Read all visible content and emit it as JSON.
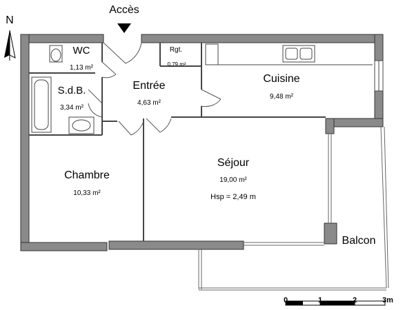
{
  "access": {
    "label": "Accès"
  },
  "compass": {
    "label": "N"
  },
  "rooms": {
    "wc": {
      "name": "WC",
      "area": "1,13 m²"
    },
    "sdb": {
      "name": "S.d.B.",
      "area": "3,34 m²"
    },
    "entree": {
      "name": "Entrée",
      "area": "4,63 m²"
    },
    "rgt": {
      "name": "Rgt.",
      "area": "0,79 m²"
    },
    "cuisine": {
      "name": "Cuisine",
      "area": "9,48 m²"
    },
    "chambre": {
      "name": "Chambre",
      "area": "10,33 m²"
    },
    "sejour": {
      "name": "Séjour",
      "area": "19,00 m²",
      "height": "Hsp = 2,49 m"
    },
    "balcon": {
      "name": "Balcon"
    }
  },
  "scale": {
    "ticks": [
      "0",
      "1",
      "2",
      "3m"
    ]
  },
  "colors": {
    "wall": "#8a8a8a",
    "wall_edge": "#333333",
    "line": "#444444"
  }
}
